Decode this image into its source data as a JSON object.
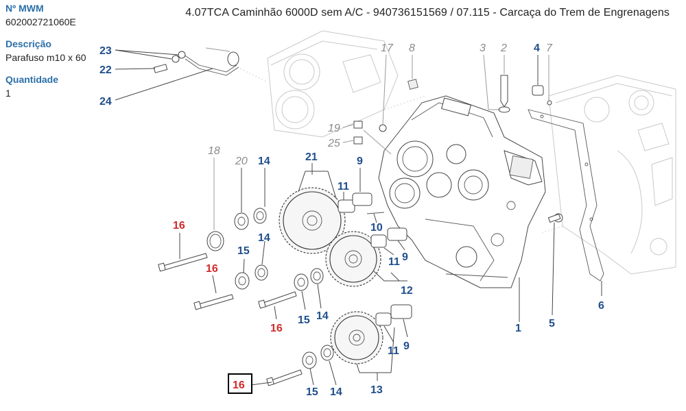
{
  "sidebar": {
    "mwm_label": "Nº MWM",
    "mwm_value": "602002721060E",
    "desc_label": "Descrição",
    "desc_value": "Parafuso m10 x 60",
    "qty_label": "Quantidade",
    "qty_value": "1"
  },
  "title": "4.07TCA Caminhão 6000D sem A/C - 940736151569  /  07.115 - Carcaça do Trem de Engrenagens",
  "colors": {
    "blue": "#1f4e8c",
    "red": "#d12a2a",
    "gray": "#8a8a8a",
    "header": "#2a6fa8"
  },
  "callouts": {
    "c23": "23",
    "c22": "22",
    "c24": "24",
    "c17": "17",
    "c8": "8",
    "c3": "3",
    "c2": "2",
    "c4": "4",
    "c7": "7",
    "c19": "19",
    "c25": "25",
    "c18": "18",
    "c20": "20",
    "c14a": "14",
    "c21": "21",
    "c9a": "9",
    "c11a": "11",
    "c16a": "16",
    "c14b": "14",
    "c10": "10",
    "c15a": "15",
    "c11b": "11",
    "c9b": "9",
    "c16b": "16",
    "c12": "12",
    "c15b": "15",
    "c14c": "14",
    "c16c": "16",
    "c1": "1",
    "c5": "5",
    "c6": "6",
    "c11c": "11",
    "c9c": "9",
    "c16d": "16",
    "c15c": "15",
    "c14d": "14",
    "c13": "13"
  }
}
